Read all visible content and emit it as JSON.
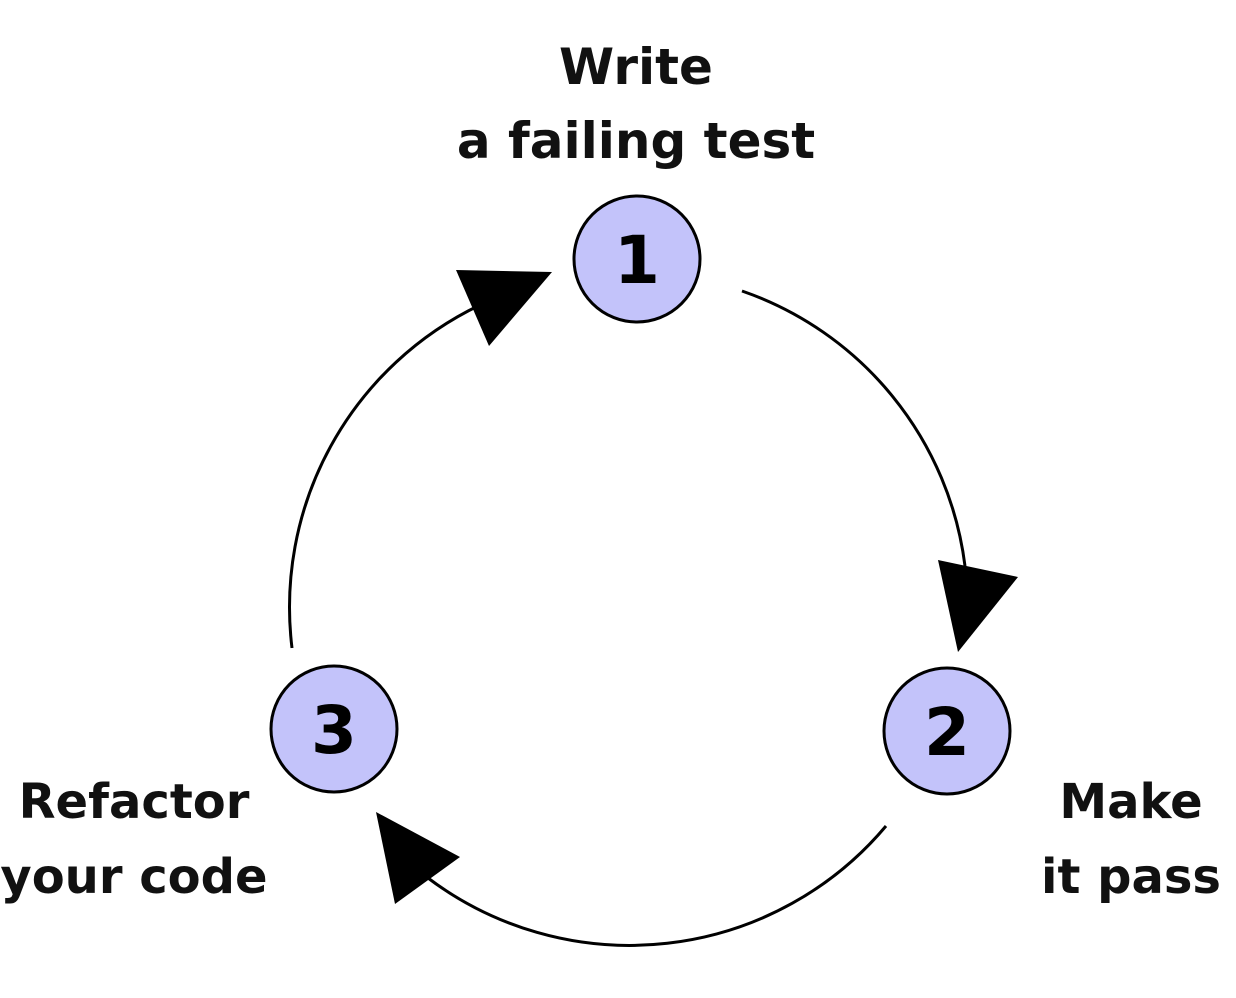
{
  "steps": [
    {
      "number": "1",
      "label_lines": [
        "Write",
        "a failing test"
      ]
    },
    {
      "number": "2",
      "label_lines": [
        "Make",
        "it pass"
      ]
    },
    {
      "number": "3",
      "label_lines": [
        "Refactor",
        "your code"
      ]
    }
  ],
  "colors": {
    "node_fill": "#c3c3fa",
    "stroke": "#000000",
    "text": "#111111"
  }
}
